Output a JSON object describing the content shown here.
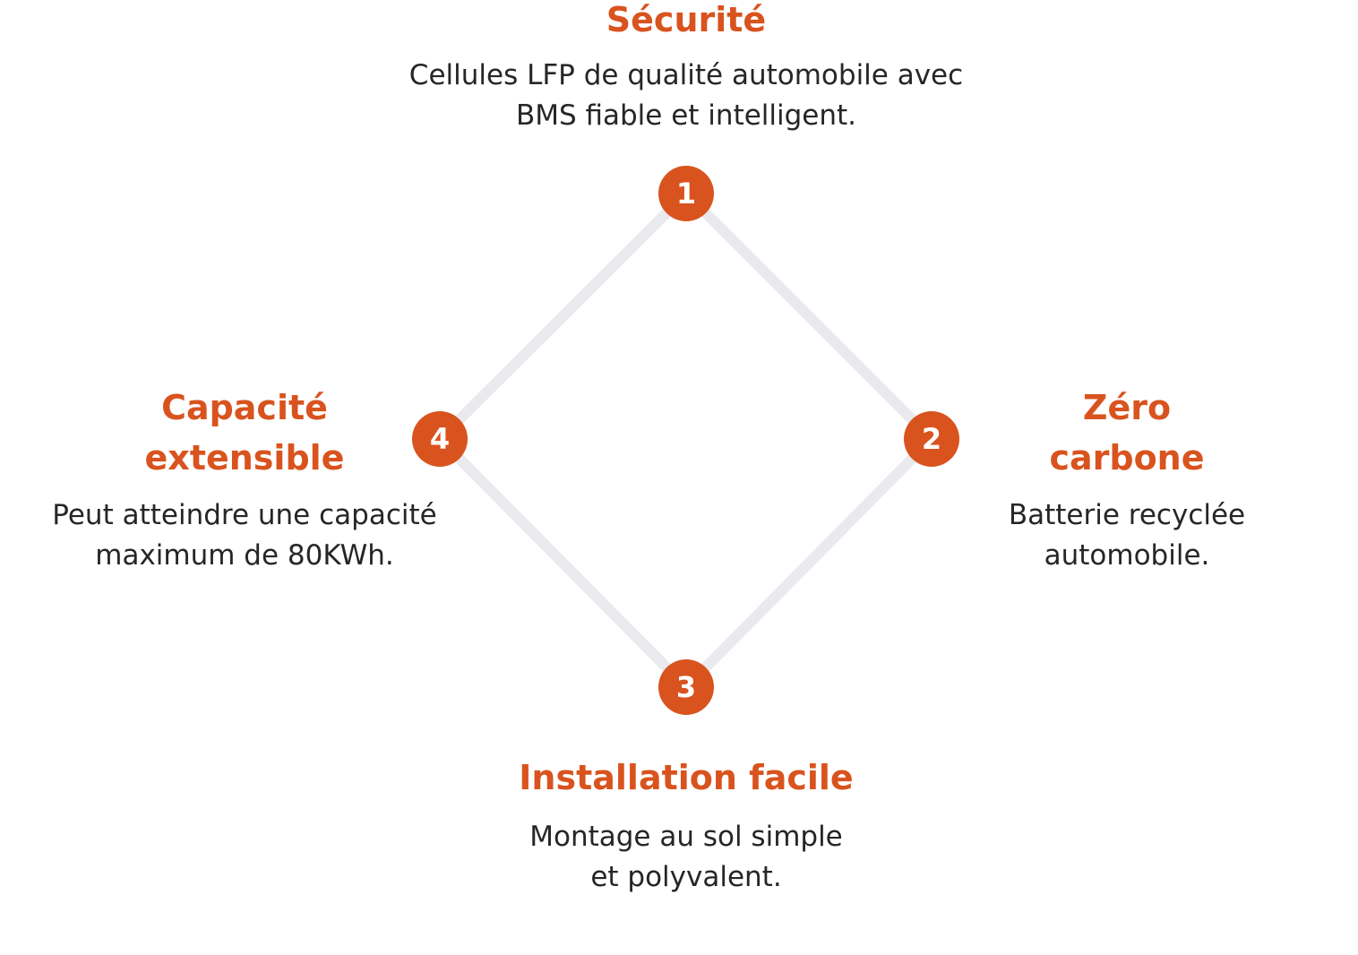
{
  "theme": {
    "accent": "#d9531e",
    "connector": "#e9e9ee",
    "text": "#262626"
  },
  "nodes": [
    {
      "number": "1"
    },
    {
      "number": "2"
    },
    {
      "number": "3"
    },
    {
      "number": "4"
    }
  ],
  "features": {
    "top": {
      "title": "Sécurité",
      "desc_lines": [
        "Cellules LFP de qualité automobile avec",
        "BMS fiable et intelligent."
      ]
    },
    "right": {
      "title_lines": [
        "Zéro",
        "carbone"
      ],
      "desc_lines": [
        "Batterie recyclée",
        "automobile."
      ]
    },
    "bottom": {
      "title": "Installation facile",
      "desc_lines": [
        "Montage au sol simple",
        "et polyvalent."
      ]
    },
    "left": {
      "title_lines": [
        "Capacité",
        "extensible"
      ],
      "desc_lines": [
        "Peut atteindre une capacité",
        "maximum de 80KWh."
      ]
    }
  }
}
